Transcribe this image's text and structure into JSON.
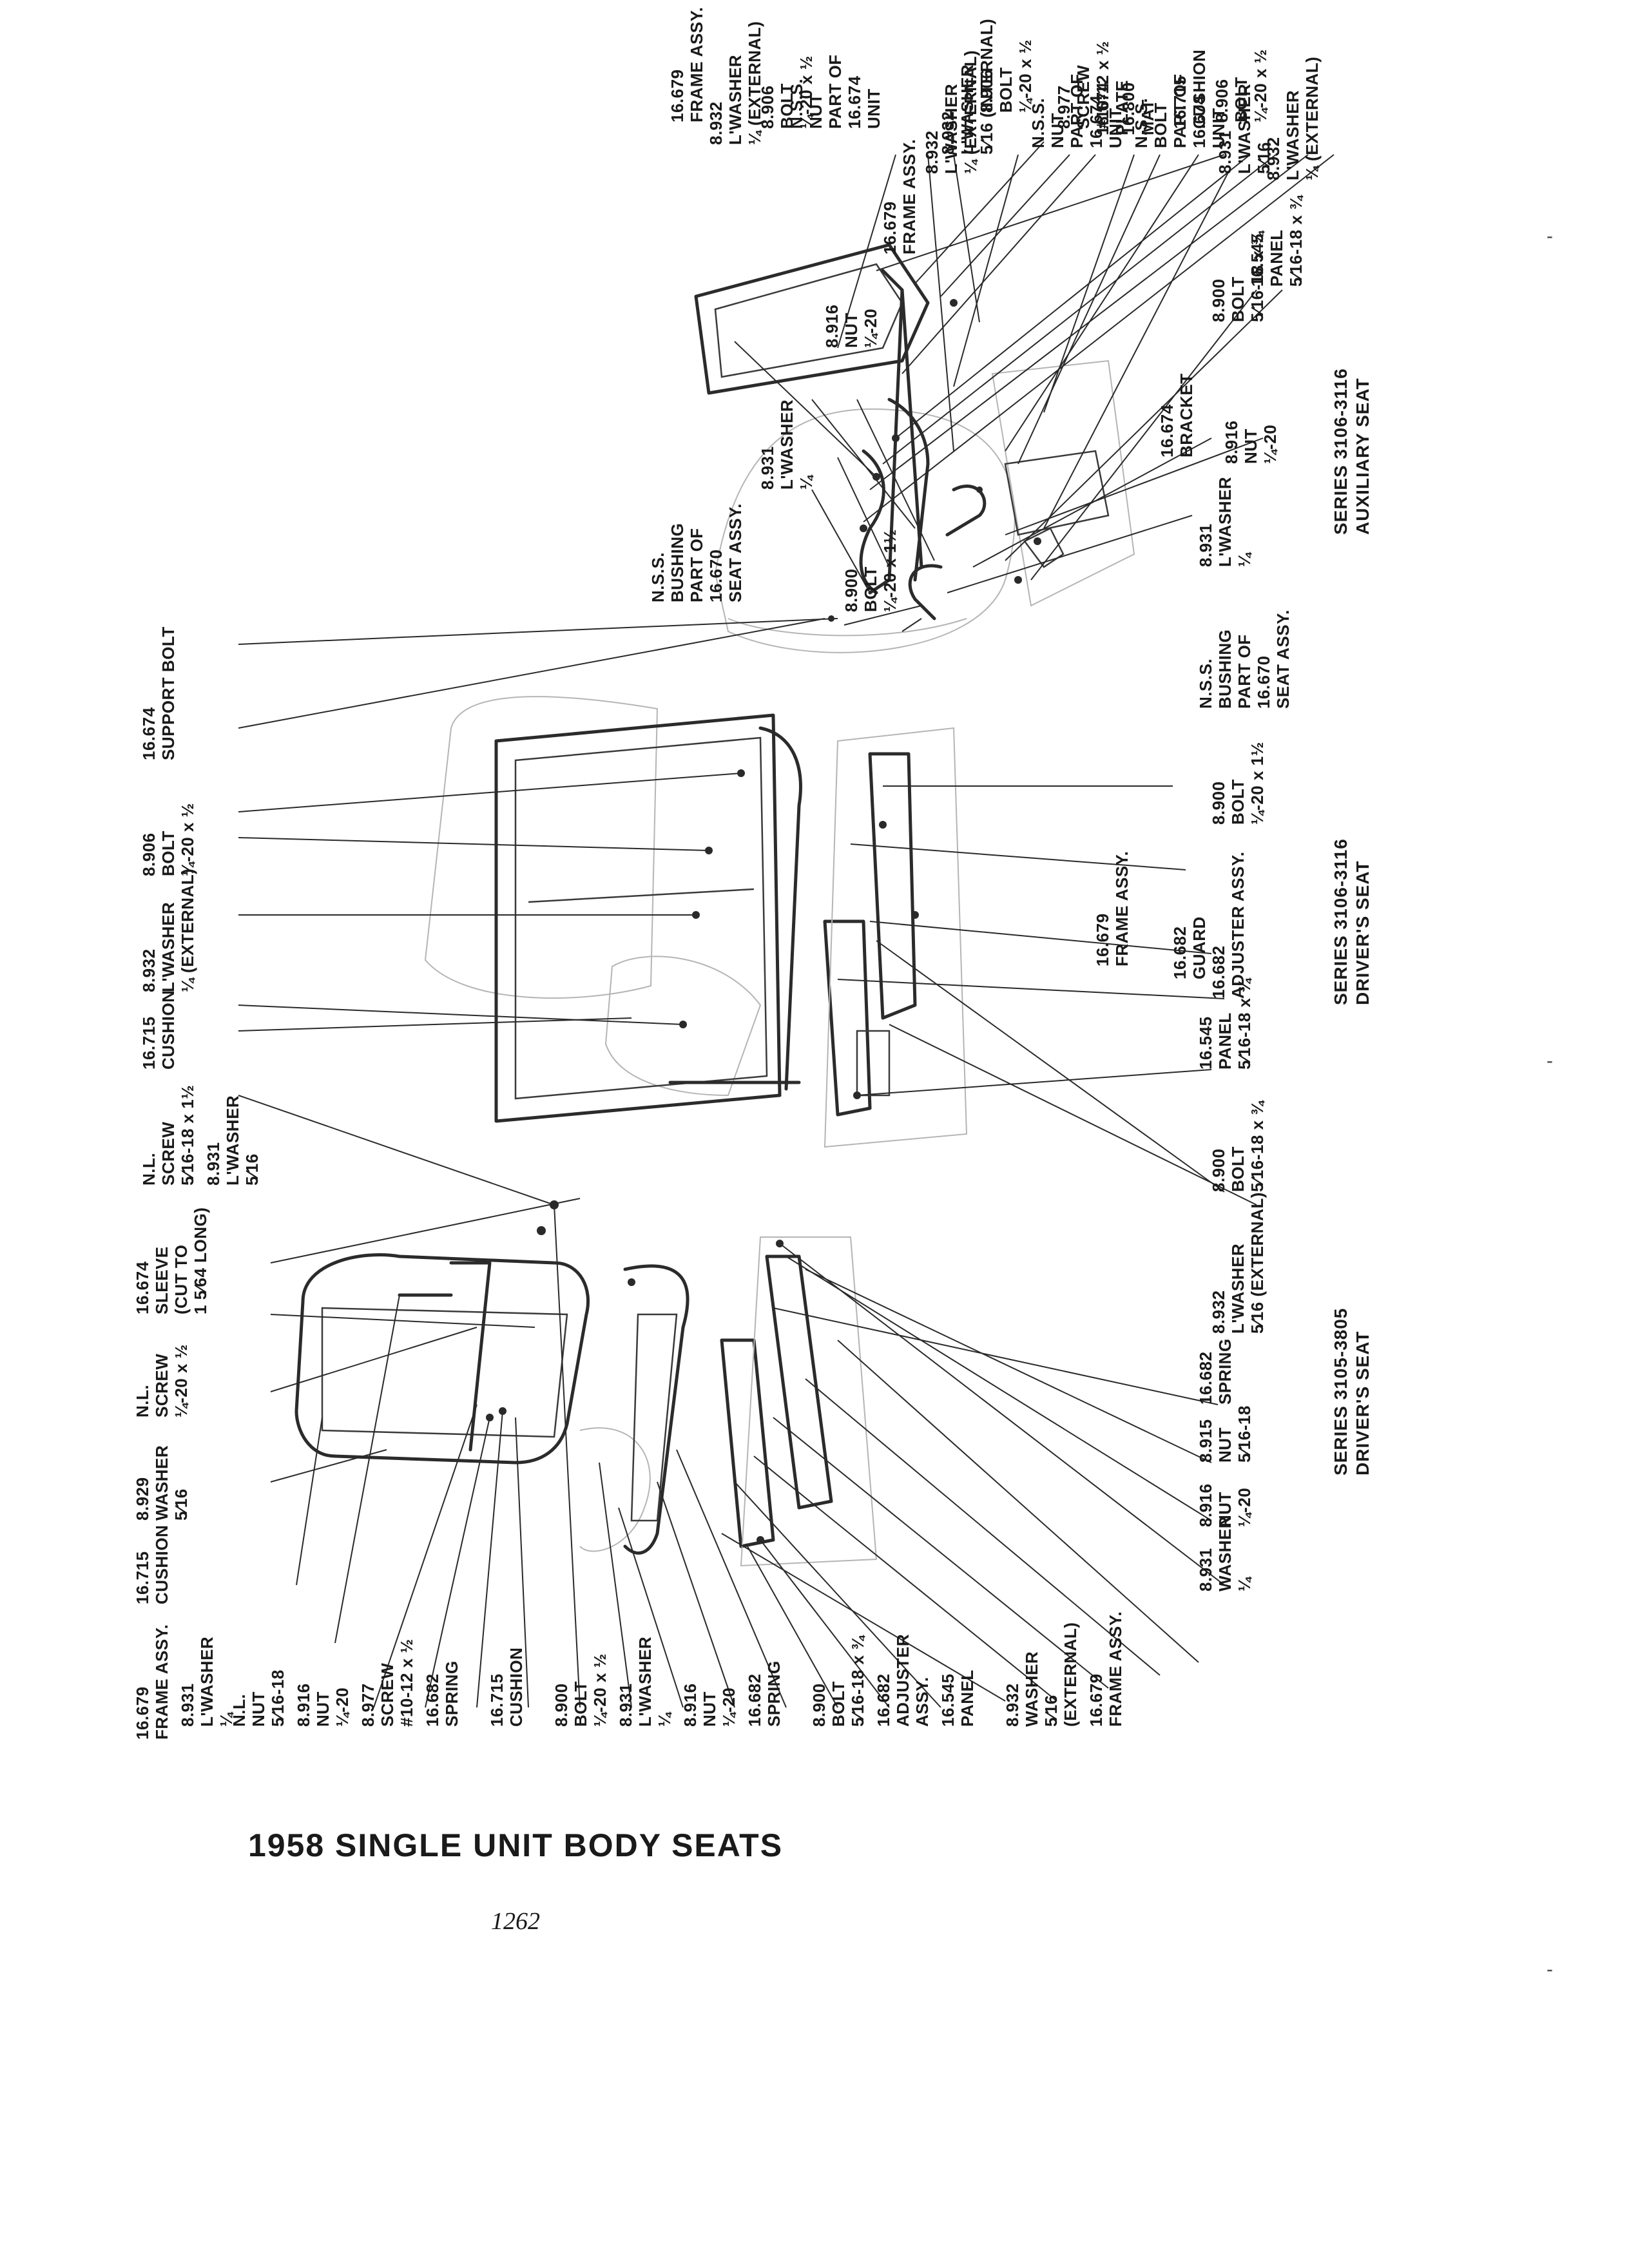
{
  "page": {
    "title": "1958 SINGLE UNIT BODY SEATS",
    "page_number": "1262"
  },
  "series": [
    {
      "line1": "SERIES 3106-3116",
      "line2": "AUXILIARY SEAT"
    },
    {
      "line1": "SERIES 3106-3116",
      "line2": "DRIVER'S SEAT"
    },
    {
      "line1": "SERIES 3105-3805",
      "line2": "DRIVER'S SEAT"
    }
  ],
  "labels": [
    [
      "8.932",
      "L'WASHER",
      "¼ (EXTERNAL)"
    ],
    [
      "8.906",
      "BOLT",
      "¼-20 x ½"
    ],
    [
      "16.715",
      "CUSHION"
    ],
    [
      "N.S.S.",
      "BOLT",
      "PART OF",
      "16.674",
      "UNIT"
    ],
    [
      "N.S.S.",
      "NUT",
      "PART OF",
      "16.674",
      "UNIT"
    ],
    [
      "8.932",
      "L'WASHER",
      "5⁄16 (INTERNAL)"
    ],
    [
      "16.679",
      "FRAME ASSY."
    ],
    [
      "8.932",
      "L'WASHER",
      "¼ (EXTERNAL)"
    ],
    [
      "8.906",
      "BOLT",
      "¼-20 x ½"
    ],
    [
      "N.S.S.",
      "NUT",
      "PART OF",
      "16.674",
      "UNIT"
    ],
    [
      "8.932",
      "L'WASHER",
      "¼ (EXTERNAL)"
    ],
    [
      "8.906",
      "BOLT",
      "¼-20 x ½"
    ],
    [
      "8.977",
      "SCREW",
      "#10-12 x ½"
    ],
    [
      "16.674",
      "PLATE"
    ],
    [
      "16.800",
      "MAT"
    ],
    [
      "8.931",
      "L'WASHER",
      "5⁄16"
    ],
    [
      "16.545",
      "PANEL",
      "5⁄16-18 x ¾"
    ],
    [
      "8.900",
      "BOLT",
      "5⁄16-18 x ¾"
    ],
    [
      "16.674",
      "BRACKET"
    ],
    [
      "8.916",
      "NUT",
      "¼-20"
    ],
    [
      "8.931",
      "L'WASHER",
      "¼"
    ],
    [
      "16.679",
      "FRAME ASSY."
    ],
    [
      "8.916",
      "NUT",
      "¼-20"
    ],
    [
      "8.931",
      "L'WASHER",
      "¼"
    ],
    [
      "N.S.S.",
      "BUSHING",
      "PART OF",
      "16.670",
      "SEAT ASSY."
    ],
    [
      "8.900",
      "BOLT",
      "¼-20 x 1½"
    ],
    [
      "16.674",
      "SUPPORT BOLT"
    ],
    [
      "8.906",
      "BOLT",
      "¼-20 x ½"
    ],
    [
      "8.932",
      "L'WASHER",
      "¼ (EXTERNAL)"
    ],
    [
      "16.715",
      "CUSHION"
    ],
    [
      "N.L.",
      "SCREW",
      "5⁄16-18 x 1½"
    ],
    [
      "8.931",
      "L'WASHER",
      "5⁄16"
    ],
    [
      "N.S.S.",
      "BUSHING",
      "PART OF",
      "16.670",
      "SEAT ASSY."
    ],
    [
      "8.900",
      "BOLT",
      "¼-20 x 1½"
    ],
    [
      "16.679",
      "FRAME ASSY."
    ],
    [
      "16.682",
      "GUARD"
    ],
    [
      "16.682",
      "ADJUSTER ASSY."
    ],
    [
      "16.545",
      "PANEL",
      "5⁄16-18 x ¾"
    ],
    [
      "8.900",
      "BOLT",
      "5⁄16-18 x ¾"
    ],
    [
      "8.932",
      "L'WASHER",
      "5⁄16 (EXTERNAL)"
    ],
    [
      "16.682",
      "SPRING"
    ],
    [
      "8.915",
      "NUT",
      "5⁄16-18"
    ],
    [
      "8.916",
      "NUT",
      "¼-20"
    ],
    [
      "8.931",
      "WASHER",
      "¼"
    ],
    [
      "16.674",
      "SLEEVE",
      "(CUT TO",
      "1 5⁄64 LONG)"
    ],
    [
      "N.L.",
      "SCREW",
      "¼-20 x ½"
    ],
    [
      "8.929",
      "WASHER",
      "5⁄16"
    ],
    [
      "16.715",
      "CUSHION"
    ],
    [
      "16.679",
      "FRAME ASSY."
    ],
    [
      "8.931",
      "L'WASHER",
      "¼"
    ],
    [
      "N.L.",
      "NUT",
      "5⁄16-18"
    ],
    [
      "8.916",
      "NUT",
      "¼-20"
    ],
    [
      "8.977",
      "SCREW",
      "#10-12 x ½"
    ],
    [
      "16.682",
      "SPRING"
    ],
    [
      "16.715",
      "CUSHION"
    ],
    [
      "8.900",
      "BOLT",
      "¼-20 x ½"
    ],
    [
      "8.931",
      "L'WASHER",
      "¼"
    ],
    [
      "8.916",
      "NUT",
      "¼-20"
    ],
    [
      "16.682",
      "SPRING"
    ],
    [
      "8.900",
      "BOLT",
      "5⁄16-18 x ¾"
    ],
    [
      "16.682",
      "ADJUSTER",
      "ASSY."
    ],
    [
      "16.545",
      "PANEL"
    ],
    [
      "8.932",
      "WASHER",
      "5⁄16",
      "(EXTERNAL)"
    ],
    [
      "16.679",
      "FRAME ASSY."
    ]
  ]
}
